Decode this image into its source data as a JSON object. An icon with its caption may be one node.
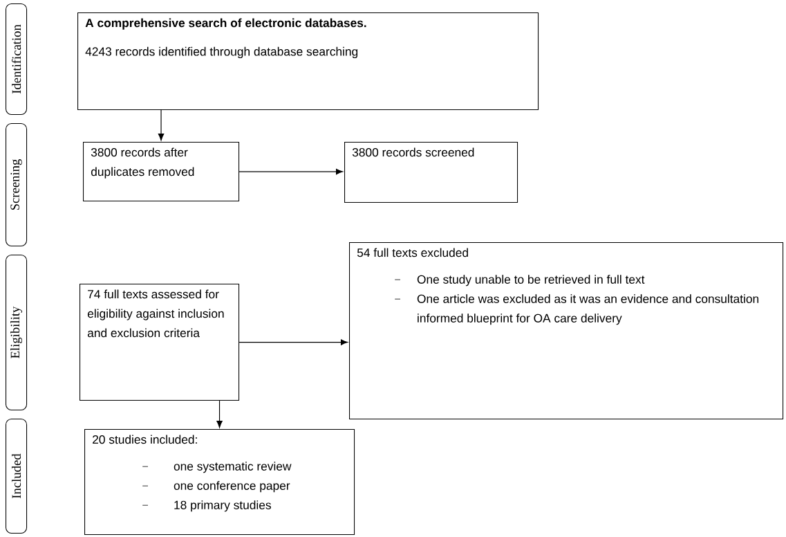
{
  "diagram": {
    "nodes": [
      {
        "text": [
          "Identification"
        ]
      },
      {
        "text": [
          "Screening"
        ]
      },
      {
        "text": [
          "Eligibility"
        ]
      },
      {
        "text": [
          "Included"
        ]
      },
      {
        "text": [
          "A comprehensive search of electronic databases.",
          "4243 records identified through database searching"
        ]
      },
      {
        "text": [
          "3800 records after duplicates removed"
        ]
      },
      {
        "text": [
          "3800 records screened"
        ]
      },
      {
        "text": [
          "74 full texts assessed for eligibility against inclusion and exclusion criteria"
        ]
      },
      {
        "text": [
          "54 full texts excluded",
          "One study unable to be retrieved in full text",
          "One article was excluded as it was an evidence and consultation informed blueprint for OA care delivery"
        ]
      },
      {
        "text": [
          "20 studies included:",
          "one systematic review",
          "one conference paper",
          "18 primary studies"
        ]
      }
    ],
    "edges": [
      {
        "from": 4,
        "to": 5,
        "arrow": "to"
      },
      {
        "from": 5,
        "to": 6,
        "arrow": "to"
      },
      {
        "from": 7,
        "to": 8,
        "arrow": "to"
      },
      {
        "from": 7,
        "to": 9,
        "arrow": "to"
      }
    ]
  }
}
